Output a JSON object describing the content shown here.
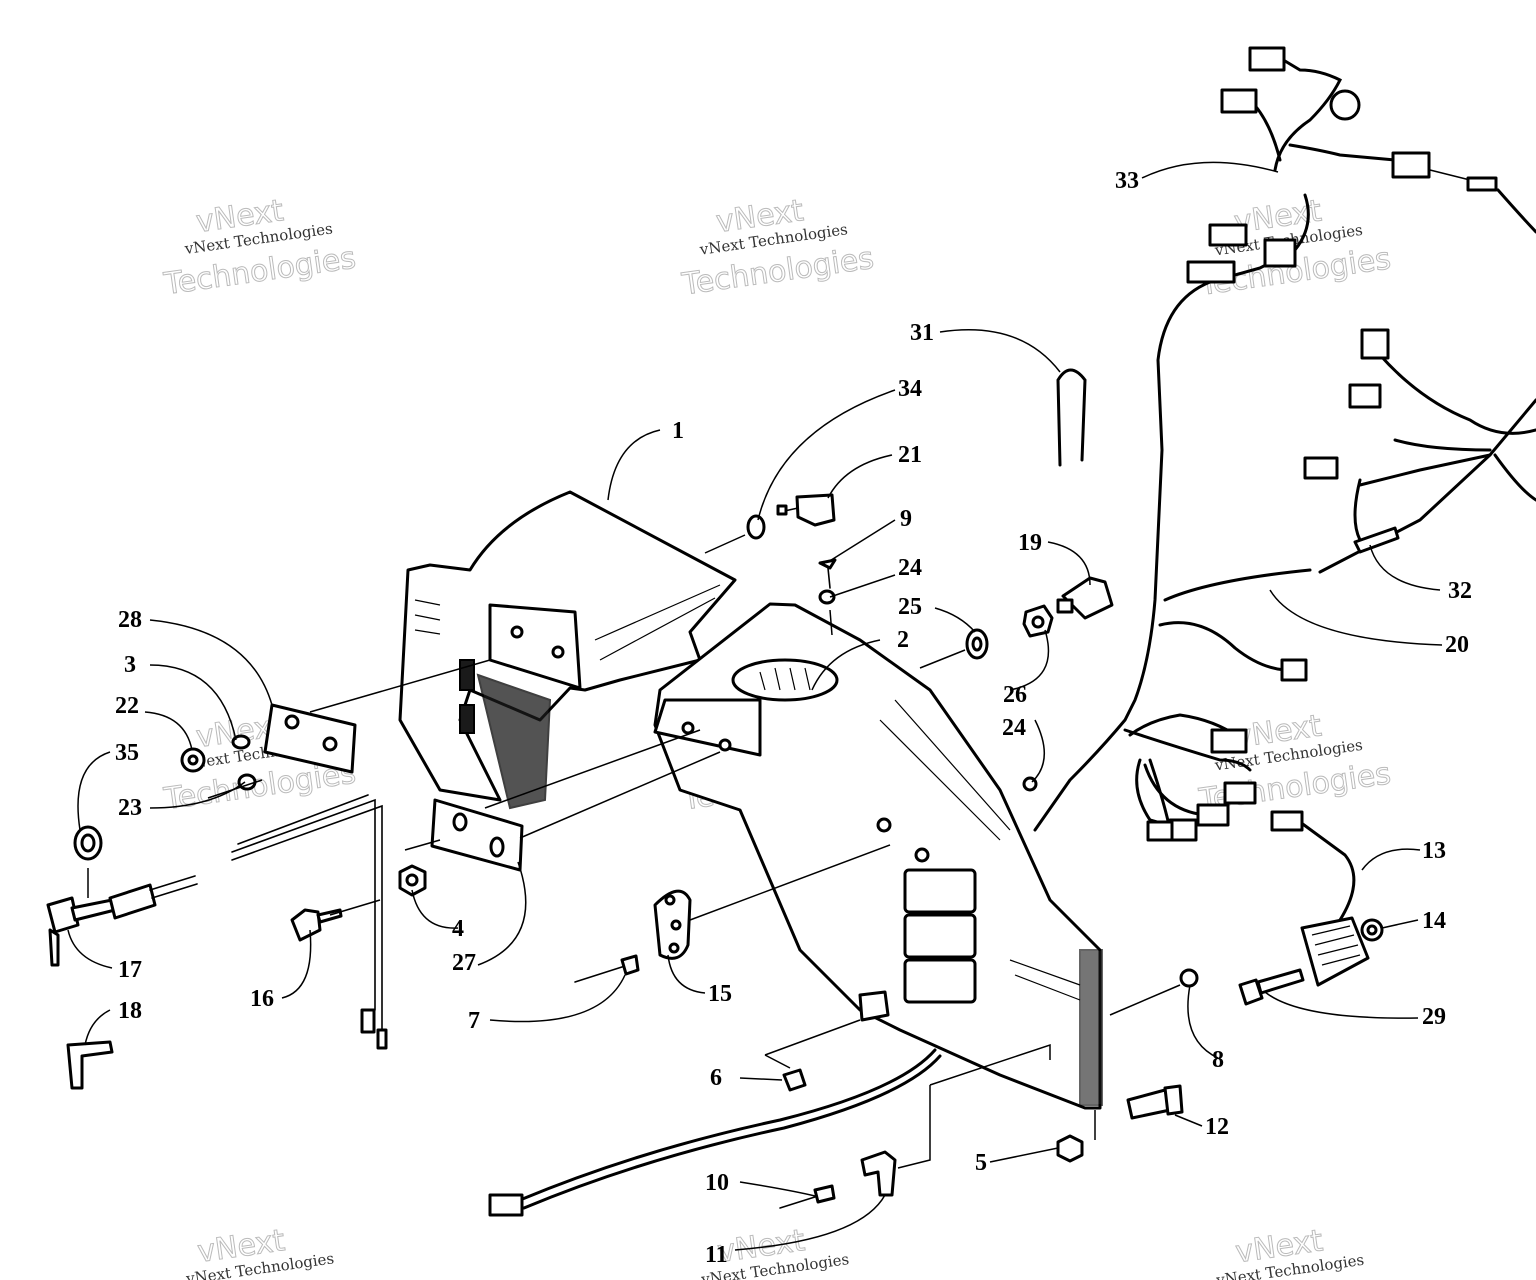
{
  "watermark": {
    "line1": "vNext",
    "line2": "vNext Technologies",
    "line3": "Technologies"
  },
  "callouts": [
    {
      "id": "1",
      "label": "1"
    },
    {
      "id": "2",
      "label": "2"
    },
    {
      "id": "3",
      "label": "3"
    },
    {
      "id": "4",
      "label": "4"
    },
    {
      "id": "5",
      "label": "5"
    },
    {
      "id": "6",
      "label": "6"
    },
    {
      "id": "7",
      "label": "7"
    },
    {
      "id": "8",
      "label": "8"
    },
    {
      "id": "9",
      "label": "9"
    },
    {
      "id": "10",
      "label": "10"
    },
    {
      "id": "11",
      "label": "11"
    },
    {
      "id": "12",
      "label": "12"
    },
    {
      "id": "13",
      "label": "13"
    },
    {
      "id": "14",
      "label": "14"
    },
    {
      "id": "15",
      "label": "15"
    },
    {
      "id": "16",
      "label": "16"
    },
    {
      "id": "17",
      "label": "17"
    },
    {
      "id": "18",
      "label": "18"
    },
    {
      "id": "19",
      "label": "19"
    },
    {
      "id": "20",
      "label": "20"
    },
    {
      "id": "21",
      "label": "21"
    },
    {
      "id": "22",
      "label": "22"
    },
    {
      "id": "23",
      "label": "23"
    },
    {
      "id": "24a",
      "label": "24"
    },
    {
      "id": "24b",
      "label": "24"
    },
    {
      "id": "25",
      "label": "25"
    },
    {
      "id": "26",
      "label": "26"
    },
    {
      "id": "27",
      "label": "27"
    },
    {
      "id": "28",
      "label": "28"
    },
    {
      "id": "29",
      "label": "29"
    },
    {
      "id": "31",
      "label": "31"
    },
    {
      "id": "32",
      "label": "32"
    },
    {
      "id": "33",
      "label": "33"
    },
    {
      "id": "34",
      "label": "34"
    },
    {
      "id": "35",
      "label": "35"
    }
  ]
}
